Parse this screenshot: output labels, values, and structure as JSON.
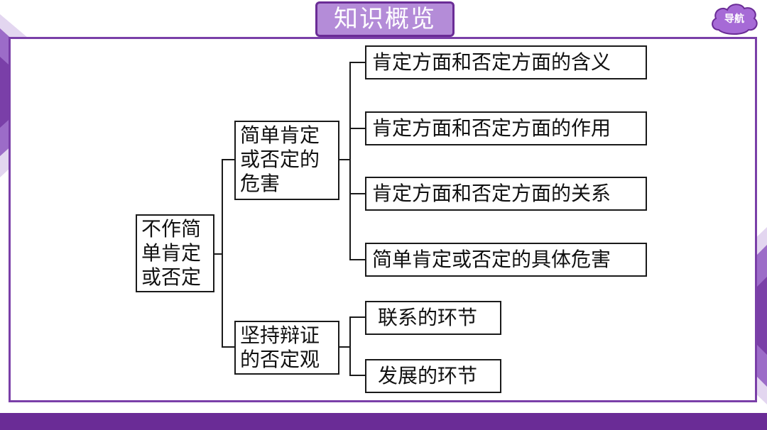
{
  "header": {
    "title": "知识概览",
    "nav_label": "导航"
  },
  "diagram": {
    "root": "不作简单肯定或否定",
    "branches": [
      {
        "label": "简单肯定或否定的危害",
        "children": [
          "肯定方面和否定方面的含义",
          "肯定方面和否定方面的作用",
          "肯定方面和否定方面的关系",
          "简单肯定或否定的具体危害"
        ]
      },
      {
        "label": "坚持辩证的否定观",
        "children": [
          "联系的环节",
          "发展的环节"
        ]
      }
    ]
  },
  "colors": {
    "accent": "#7a3fa8",
    "title_fill": "#b48cd8",
    "dark_purple": "#6a2c96",
    "light_purple": "#d7c4ea"
  }
}
